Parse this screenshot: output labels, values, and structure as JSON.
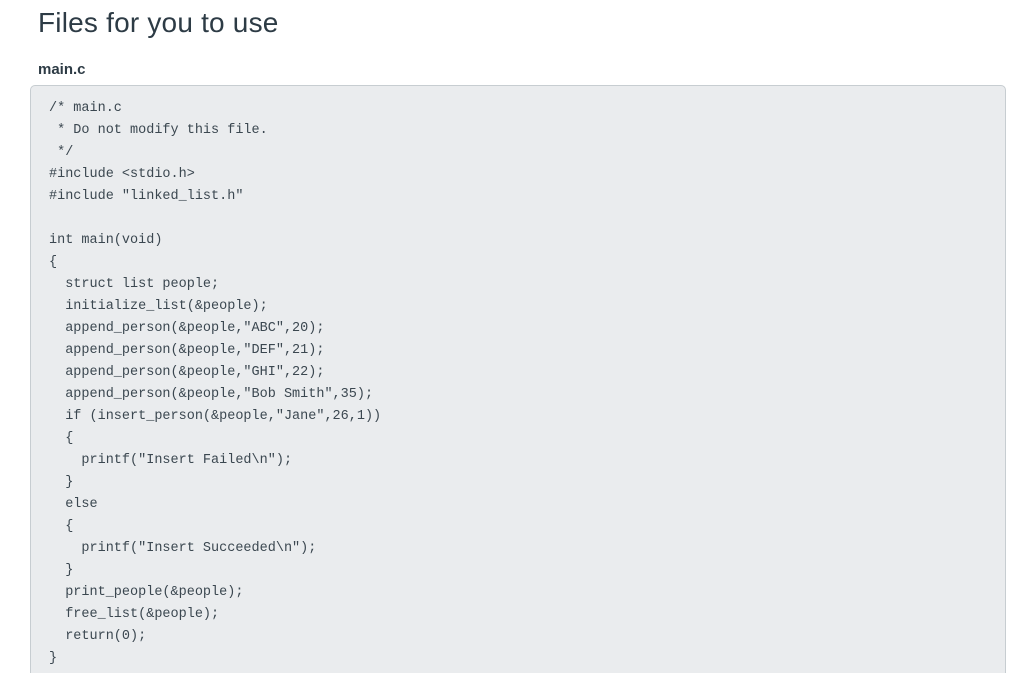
{
  "page": {
    "title": "Files for you to use",
    "file_label": "main.c"
  },
  "code_block": {
    "language": "c",
    "lines": [
      "/* main.c",
      " * Do not modify this file.",
      " */",
      "#include <stdio.h>",
      "#include \"linked_list.h\"",
      "",
      "int main(void)",
      "{",
      "  struct list people;",
      "  initialize_list(&people);",
      "  append_person(&people,\"ABC\",20);",
      "  append_person(&people,\"DEF\",21);",
      "  append_person(&people,\"GHI\",22);",
      "  append_person(&people,\"Bob Smith\",35);",
      "  if (insert_person(&people,\"Jane\",26,1))",
      "  {",
      "    printf(\"Insert Failed\\n\");",
      "  }",
      "  else",
      "  {",
      "    printf(\"Insert Succeeded\\n\");",
      "  }",
      "  print_people(&people);",
      "  free_list(&people);",
      "  return(0);",
      "}"
    ]
  },
  "colors": {
    "heading_text": "#2d3b45",
    "code_text": "#3b4750",
    "code_background": "#eaecee",
    "code_border": "#c7cdd1",
    "page_background": "#ffffff"
  }
}
